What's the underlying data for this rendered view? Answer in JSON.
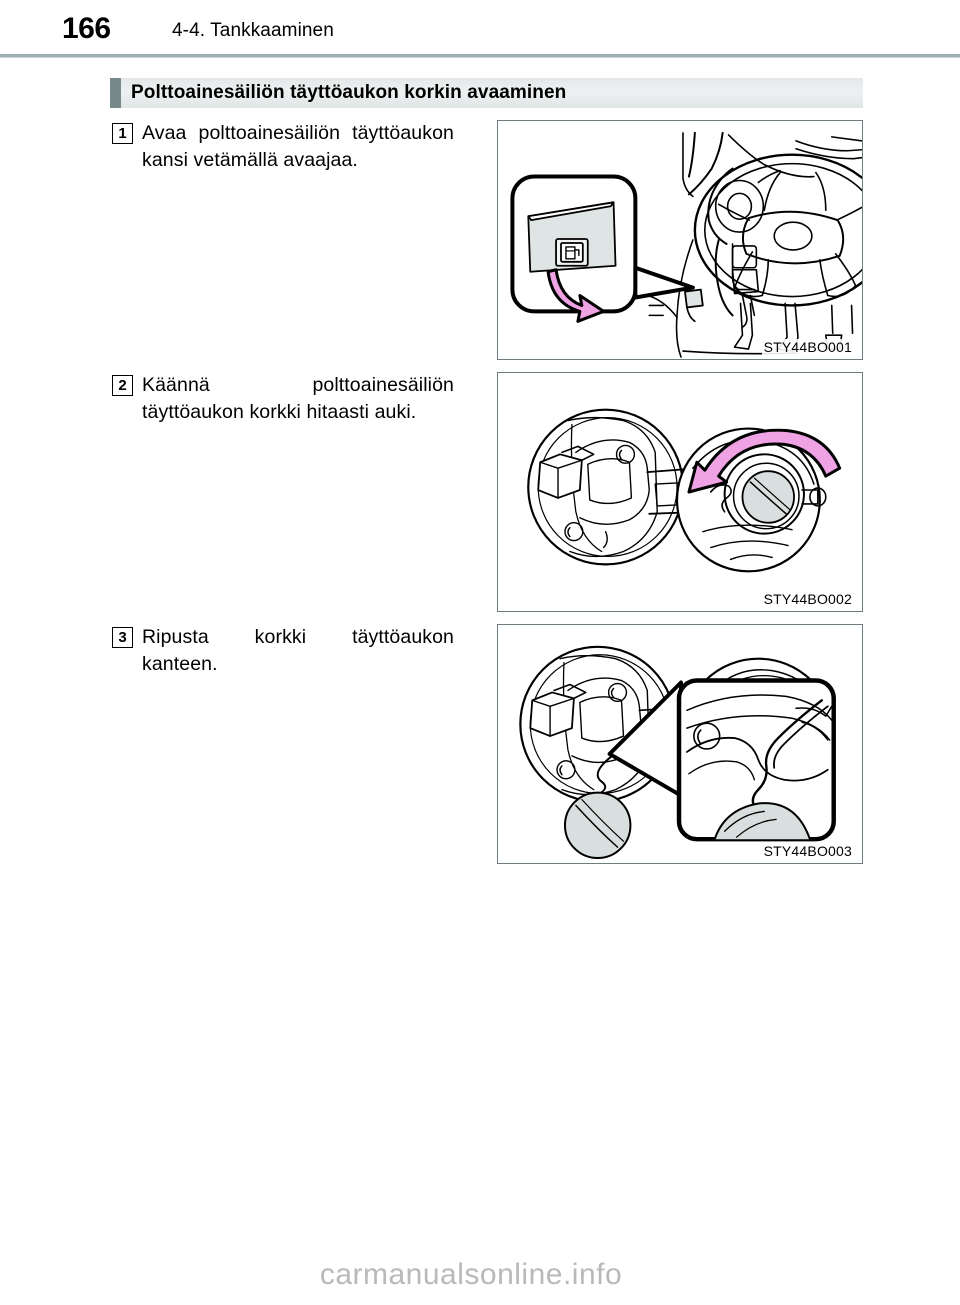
{
  "header": {
    "page_number": "166",
    "title": "4-4. Tankkaaminen"
  },
  "section": {
    "title": "Polttoainesäiliön täyttöaukon korkin avaaminen",
    "accent_color": "#78898b",
    "bar_background": "#e6eaea"
  },
  "steps": [
    {
      "number": "1",
      "text": "Avaa polttoainesäiliön täyttöaukon kansi vetämällä avaajaa.",
      "figure_caption": "STY44BO001",
      "figure_alt": "ohjaamo-ohjauspyora-polttoainesailion-avaajan-vipu"
    },
    {
      "number": "2",
      "text": "Käännä polttoainesäiliön täyttöaukon korkki hitaasti auki.",
      "figure_caption": "STY44BO002",
      "figure_alt": "avattu-tayttoaukon-kansi-ja-korkin-kiertosuunta"
    },
    {
      "number": "3",
      "text": "Ripusta korkki täyttöaukon kanteen.",
      "figure_caption": "STY44BO003",
      "figure_alt": "korkki-ripustettuna-tayttoaukon-kanteen-suurennos"
    }
  ],
  "colors": {
    "arrow_pink": "#efa3e4",
    "line_black": "#000000",
    "fill_gray": "#d9dede",
    "rule_gray": "#9fb0b4",
    "watermark_gray": "#b9b9b9"
  },
  "footer": {
    "watermark": "carmanualsonline.info"
  }
}
